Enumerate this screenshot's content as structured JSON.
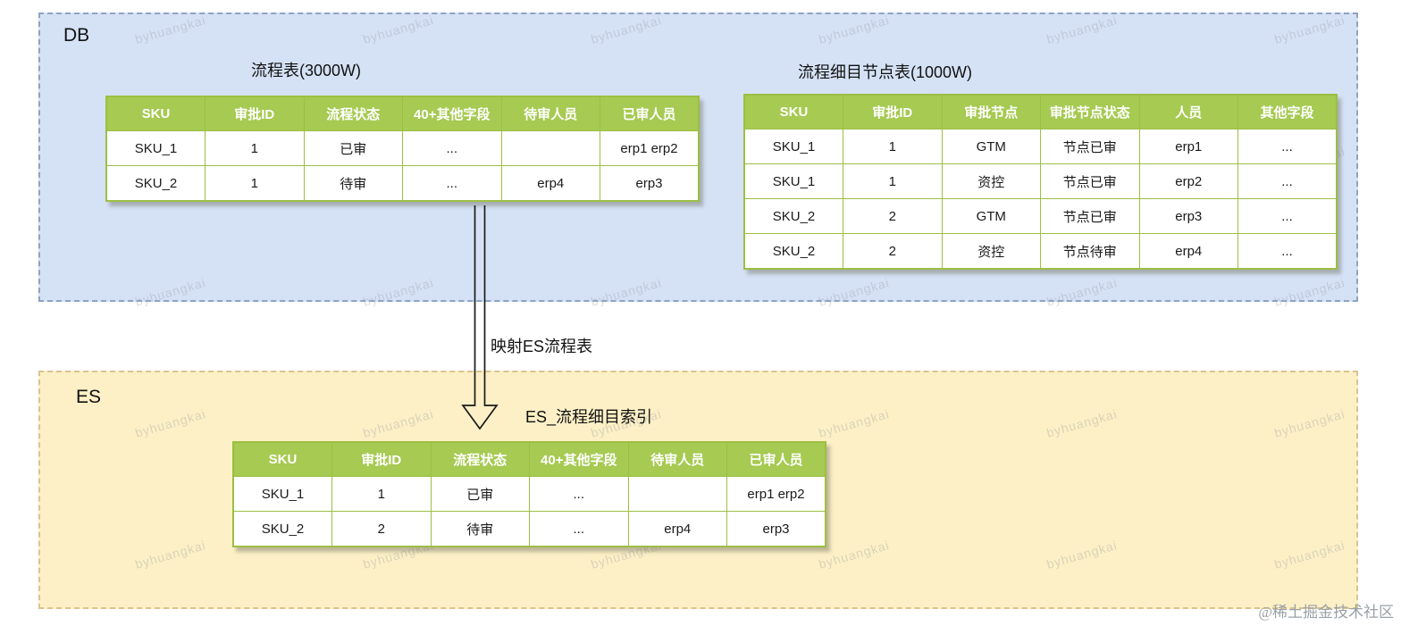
{
  "db_section": {
    "label": "DB",
    "process_table": {
      "title": "流程表(3000W)",
      "headers": [
        "SKU",
        "审批ID",
        "流程状态",
        "40+其他字段",
        "待审人员",
        "已审人员"
      ],
      "rows": [
        [
          "SKU_1",
          "1",
          "已审",
          "...",
          "",
          "erp1 erp2"
        ],
        [
          "SKU_2",
          "1",
          "待审",
          "...",
          "erp4",
          "erp3"
        ]
      ]
    },
    "node_table": {
      "title": "流程细目节点表(1000W)",
      "headers": [
        "SKU",
        "审批ID",
        "审批节点",
        "审批节点状态",
        "人员",
        "其他字段"
      ],
      "rows": [
        [
          "SKU_1",
          "1",
          "GTM",
          "节点已审",
          "erp1",
          "..."
        ],
        [
          "SKU_1",
          "1",
          "资控",
          "节点已审",
          "erp2",
          "..."
        ],
        [
          "SKU_2",
          "2",
          "GTM",
          "节点已审",
          "erp3",
          "..."
        ],
        [
          "SKU_2",
          "2",
          "资控",
          "节点待审",
          "erp4",
          "..."
        ]
      ]
    }
  },
  "arrow": {
    "label": "映射ES流程表"
  },
  "es_section": {
    "label": "ES",
    "index_table": {
      "title": "ES_流程细目索引",
      "headers": [
        "SKU",
        "审批ID",
        "流程状态",
        "40+其他字段",
        "待审人员",
        "已审人员"
      ],
      "rows": [
        [
          "SKU_1",
          "1",
          "已审",
          "...",
          "",
          "erp1 erp2"
        ],
        [
          "SKU_2",
          "2",
          "待审",
          "...",
          "erp4",
          "erp3"
        ]
      ]
    }
  },
  "watermark": {
    "text": "byhuangkai"
  },
  "credit": "@稀土掘金技术社区",
  "colors": {
    "table_header_bg": "#a6ca52",
    "table_border": "#9cbf43",
    "header_text": "#ffffff",
    "db_box_bg": "#d5e2f6",
    "db_box_border": "#8fa2c0",
    "es_box_bg": "#fdf0c6",
    "es_box_border": "#d9c48e",
    "arrow_stroke": "#1a1a1a",
    "credit_color": "#9aa0a6"
  }
}
